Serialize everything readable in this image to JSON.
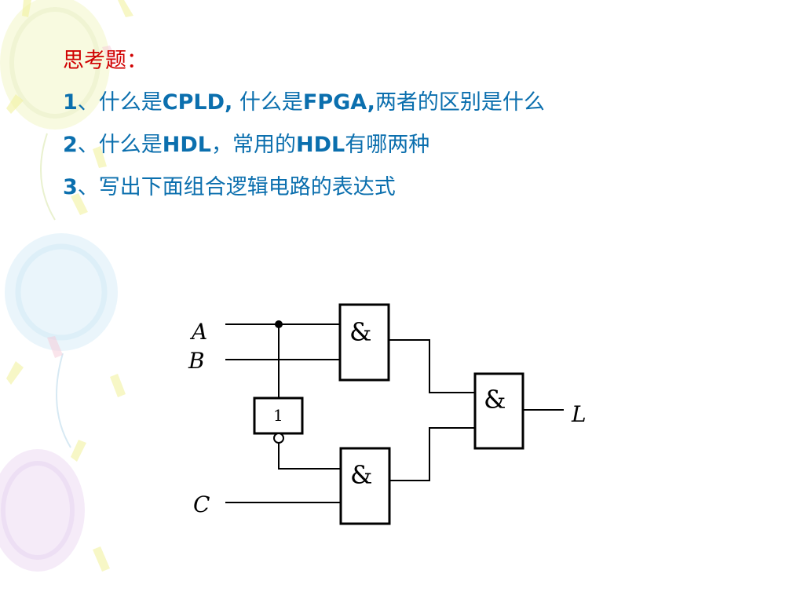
{
  "slide": {
    "heading": "思考题：",
    "questions": [
      {
        "num": "1",
        "parts": [
          "、什么是",
          "CPLD,",
          "  什么是",
          "FPGA,",
          "两者的区别是什么"
        ]
      },
      {
        "num": "2",
        "parts": [
          "、什么是",
          "HDL",
          "，常用的",
          "HDL",
          "有哪两种"
        ]
      },
      {
        "num": "3",
        "parts": [
          "、写出下面组合逻辑电路的表达式"
        ]
      }
    ]
  },
  "circuit": {
    "inputs": {
      "a": "A",
      "b": "B",
      "c": "C"
    },
    "output": "L",
    "and_symbol": "&",
    "not_symbol": "1"
  },
  "colors": {
    "heading": "#d00000",
    "question_text": "#0b6fae",
    "circuit_lines": "#000000"
  }
}
